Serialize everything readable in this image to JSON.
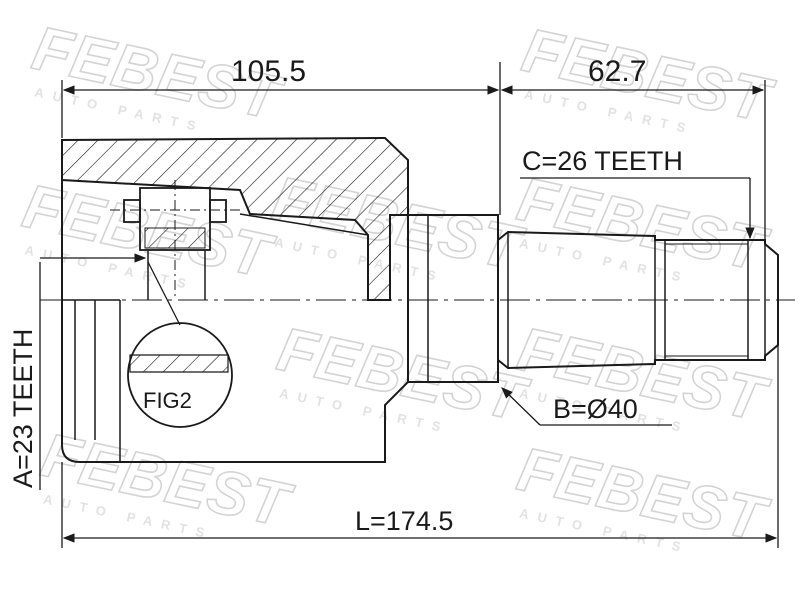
{
  "watermark": {
    "brand": "FEBEST",
    "sub": "AUTO PARTS"
  },
  "dimensions": {
    "inner_length": "105.5",
    "shaft_length": "62.7",
    "outer_teeth": "C=26 TEETH",
    "diameter": "B=Ø40",
    "inner_teeth": "A=23 TEETH",
    "total_length": "L=174.5"
  },
  "callout": {
    "label": "FIG2"
  },
  "colors": {
    "line": "#1a1a1a",
    "watermark_outline": "#d4d4d4",
    "background": "#ffffff"
  }
}
